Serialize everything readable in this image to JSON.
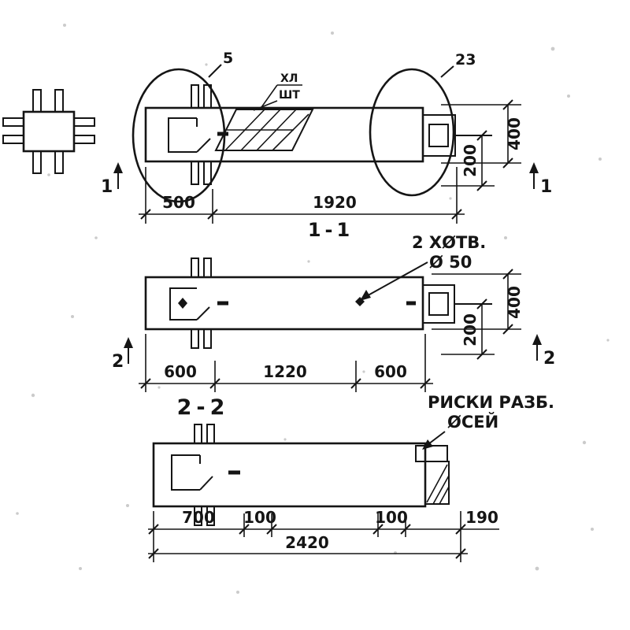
{
  "elevation": {
    "balloon_left": "5",
    "balloon_right": "23",
    "callout_line1": "ХЛ",
    "callout_line2": "ШТ",
    "dim_500": "500",
    "dim_1920": "1920",
    "dim_400": "400",
    "dim_200": "200",
    "cut_left": "1",
    "cut_right": "1"
  },
  "section1": {
    "title": "1-1",
    "note_line1": "2 ХØТВ.",
    "note_line2": "Ø 50",
    "dim_a": "600",
    "dim_b": "1220",
    "dim_c": "600",
    "dim_400": "400",
    "dim_200": "200",
    "cut_left": "2",
    "cut_right": "2"
  },
  "section2": {
    "title": "2-2",
    "note_line1": "РИСКИ РАЗБ.",
    "note_line2": "ØСЕЙ",
    "dim_a": "700",
    "dim_b": "100",
    "dim_c": "100",
    "dim_d": "190",
    "dim_total": "2420"
  }
}
